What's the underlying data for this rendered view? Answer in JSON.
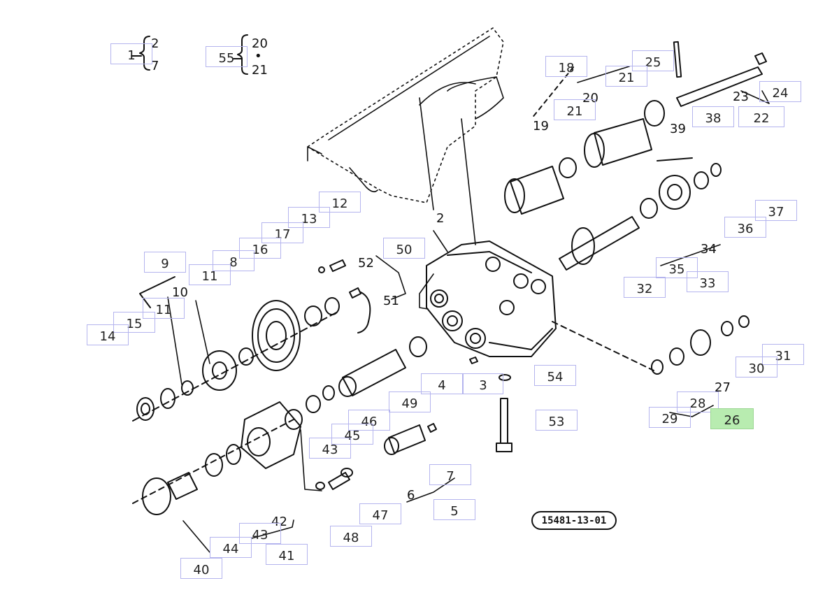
{
  "diagram": {
    "reference_code": "15481-13-01",
    "highlight_color": "#b8ecb0",
    "box_border_color": "#b4b4ee",
    "selected_callout": "26",
    "callouts": [
      {
        "id": "c1",
        "label": "1"
      },
      {
        "id": "c55",
        "label": "55"
      },
      {
        "id": "c18",
        "label": "18"
      },
      {
        "id": "c25",
        "label": "25"
      },
      {
        "id": "c21a",
        "label": "21"
      },
      {
        "id": "c24",
        "label": "24"
      },
      {
        "id": "c21b",
        "label": "21"
      },
      {
        "id": "c22",
        "label": "22"
      },
      {
        "id": "c38",
        "label": "38"
      },
      {
        "id": "c12",
        "label": "12"
      },
      {
        "id": "c13",
        "label": "13"
      },
      {
        "id": "c17",
        "label": "17"
      },
      {
        "id": "c16",
        "label": "16"
      },
      {
        "id": "c50",
        "label": "50"
      },
      {
        "id": "c9",
        "label": "9"
      },
      {
        "id": "c8",
        "label": "8"
      },
      {
        "id": "c11a",
        "label": "11"
      },
      {
        "id": "c11b",
        "label": "11"
      },
      {
        "id": "c15",
        "label": "15"
      },
      {
        "id": "c14",
        "label": "14"
      },
      {
        "id": "c37",
        "label": "37"
      },
      {
        "id": "c36",
        "label": "36"
      },
      {
        "id": "c35",
        "label": "35"
      },
      {
        "id": "c33",
        "label": "33"
      },
      {
        "id": "c32",
        "label": "32"
      },
      {
        "id": "c4",
        "label": "4"
      },
      {
        "id": "c3",
        "label": "3"
      },
      {
        "id": "c54",
        "label": "54"
      },
      {
        "id": "c49",
        "label": "49"
      },
      {
        "id": "c46",
        "label": "46"
      },
      {
        "id": "c45",
        "label": "45"
      },
      {
        "id": "c43a",
        "label": "43"
      },
      {
        "id": "c53",
        "label": "53"
      },
      {
        "id": "c7",
        "label": "7"
      },
      {
        "id": "c5",
        "label": "5"
      },
      {
        "id": "c47",
        "label": "47"
      },
      {
        "id": "c48",
        "label": "48"
      },
      {
        "id": "c43b",
        "label": "43"
      },
      {
        "id": "c44",
        "label": "44"
      },
      {
        "id": "c41",
        "label": "41"
      },
      {
        "id": "c40",
        "label": "40"
      },
      {
        "id": "c31",
        "label": "31"
      },
      {
        "id": "c30",
        "label": "30"
      },
      {
        "id": "c28",
        "label": "28"
      },
      {
        "id": "c29",
        "label": "29"
      },
      {
        "id": "c26",
        "label": "26"
      }
    ],
    "plain_labels": {
      "n2a": "2",
      "n7a": "7",
      "n20a": "20",
      "dot": "•",
      "n21a": "21",
      "n23": "23",
      "n20b": "20",
      "n19": "19",
      "n39": "39",
      "n2b": "2",
      "n34": "34",
      "n52": "52",
      "n51": "51",
      "n10": "10",
      "n27": "27",
      "n6": "6",
      "n42": "42"
    }
  }
}
